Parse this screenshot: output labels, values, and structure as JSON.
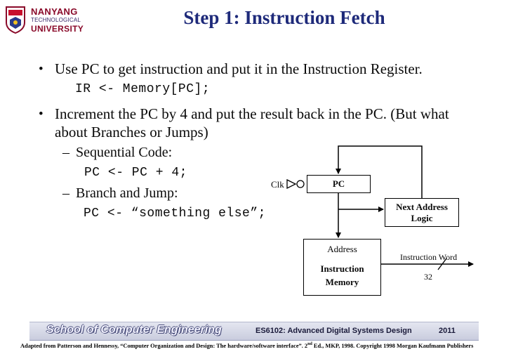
{
  "header": {
    "logo_line1": "NANYANG",
    "logo_line2": "TECHNOLOGICAL",
    "logo_line3": "UNIVERSITY",
    "title": "Step 1:  Instruction Fetch"
  },
  "content": {
    "bullet1": "Use PC to get instruction and put it in the Instruction Register.",
    "code1": "IR <- Memory[PC];",
    "bullet2_line1": "Increment the PC by 4 and put the result back in the PC. (But what",
    "bullet2_line2": "about Branches or Jumps)",
    "sub1": "Sequential Code:",
    "code2": "PC <- PC + 4;",
    "sub2": "Branch and Jump:",
    "code3": "PC <- “something else”;",
    "bullet_char": "•",
    "dash_char": "–"
  },
  "diagram": {
    "clk": "Clk",
    "pc": "PC",
    "nal_line1": "Next Address",
    "nal_line2": "Logic",
    "address": "Address",
    "mem_line1": "Instruction",
    "mem_line2": "Memory",
    "instr_word": "Instruction Word",
    "width": "32"
  },
  "footer": {
    "school": "School of Computer Engineering",
    "course": "ES6102: Advanced Digital Systems Design",
    "year": "2011",
    "credit_pre": "Adapted  from Patterson and Hennessy, “Computer  Organization and Design: The hardware/software interface”. 2",
    "credit_sup": "nd",
    "credit_post": " Ed., MKP, 1998. Copyright 1998 Morgan Kaufmann Publishers"
  },
  "colors": {
    "title": "#1e2a7a",
    "logo_red": "#8a0a2a",
    "footer_bar": "#c9ccde"
  }
}
